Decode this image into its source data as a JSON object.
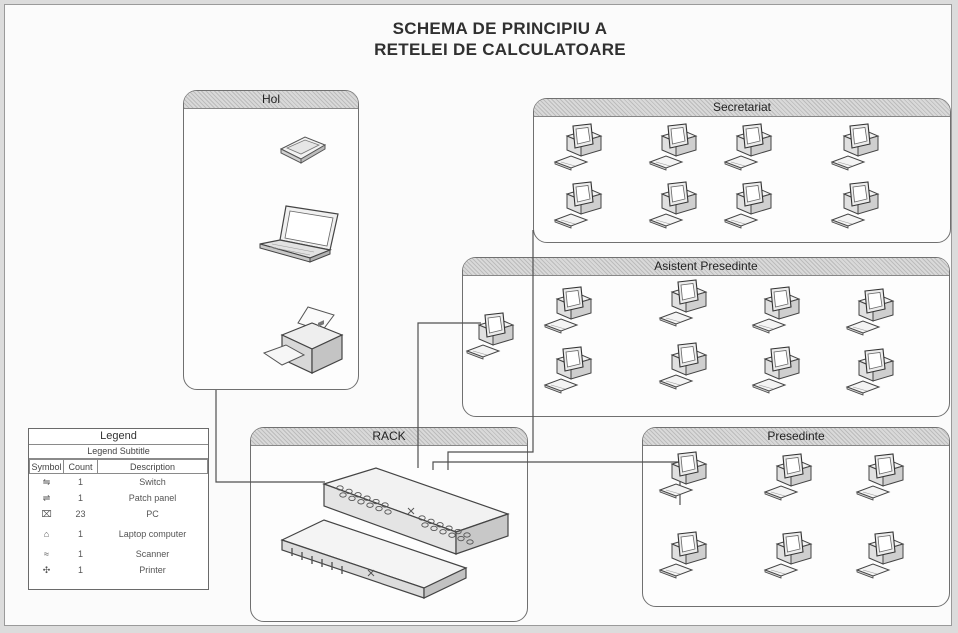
{
  "title": {
    "line1": "SCHEMA DE PRINCIPIU A",
    "line2": "RETELEI DE CALCULATOARE"
  },
  "zones": {
    "hol": "Hol",
    "secretariat": "Secretariat",
    "asistent": "Asistent Presedinte",
    "rack": "RACK",
    "presedinte": "Presedinte"
  },
  "legend": {
    "title": "Legend",
    "subtitle": "Legend Subtitle",
    "headers": [
      "Symbol",
      "Count",
      "Description"
    ],
    "rows": [
      {
        "icon": "switch-icon",
        "count": "1",
        "description": "Switch"
      },
      {
        "icon": "patch-panel-icon",
        "count": "1",
        "description": "Patch panel"
      },
      {
        "icon": "pc-icon",
        "count": "23",
        "description": "PC"
      },
      {
        "icon": "laptop-icon",
        "count": "1",
        "description": "Laptop computer"
      },
      {
        "icon": "scanner-icon",
        "count": "1",
        "description": "Scanner"
      },
      {
        "icon": "printer-icon",
        "count": "1",
        "description": "Printer"
      }
    ]
  },
  "colors": {
    "line": "#505050",
    "zone_border": "#707070",
    "paper": "#fbfbfb"
  }
}
